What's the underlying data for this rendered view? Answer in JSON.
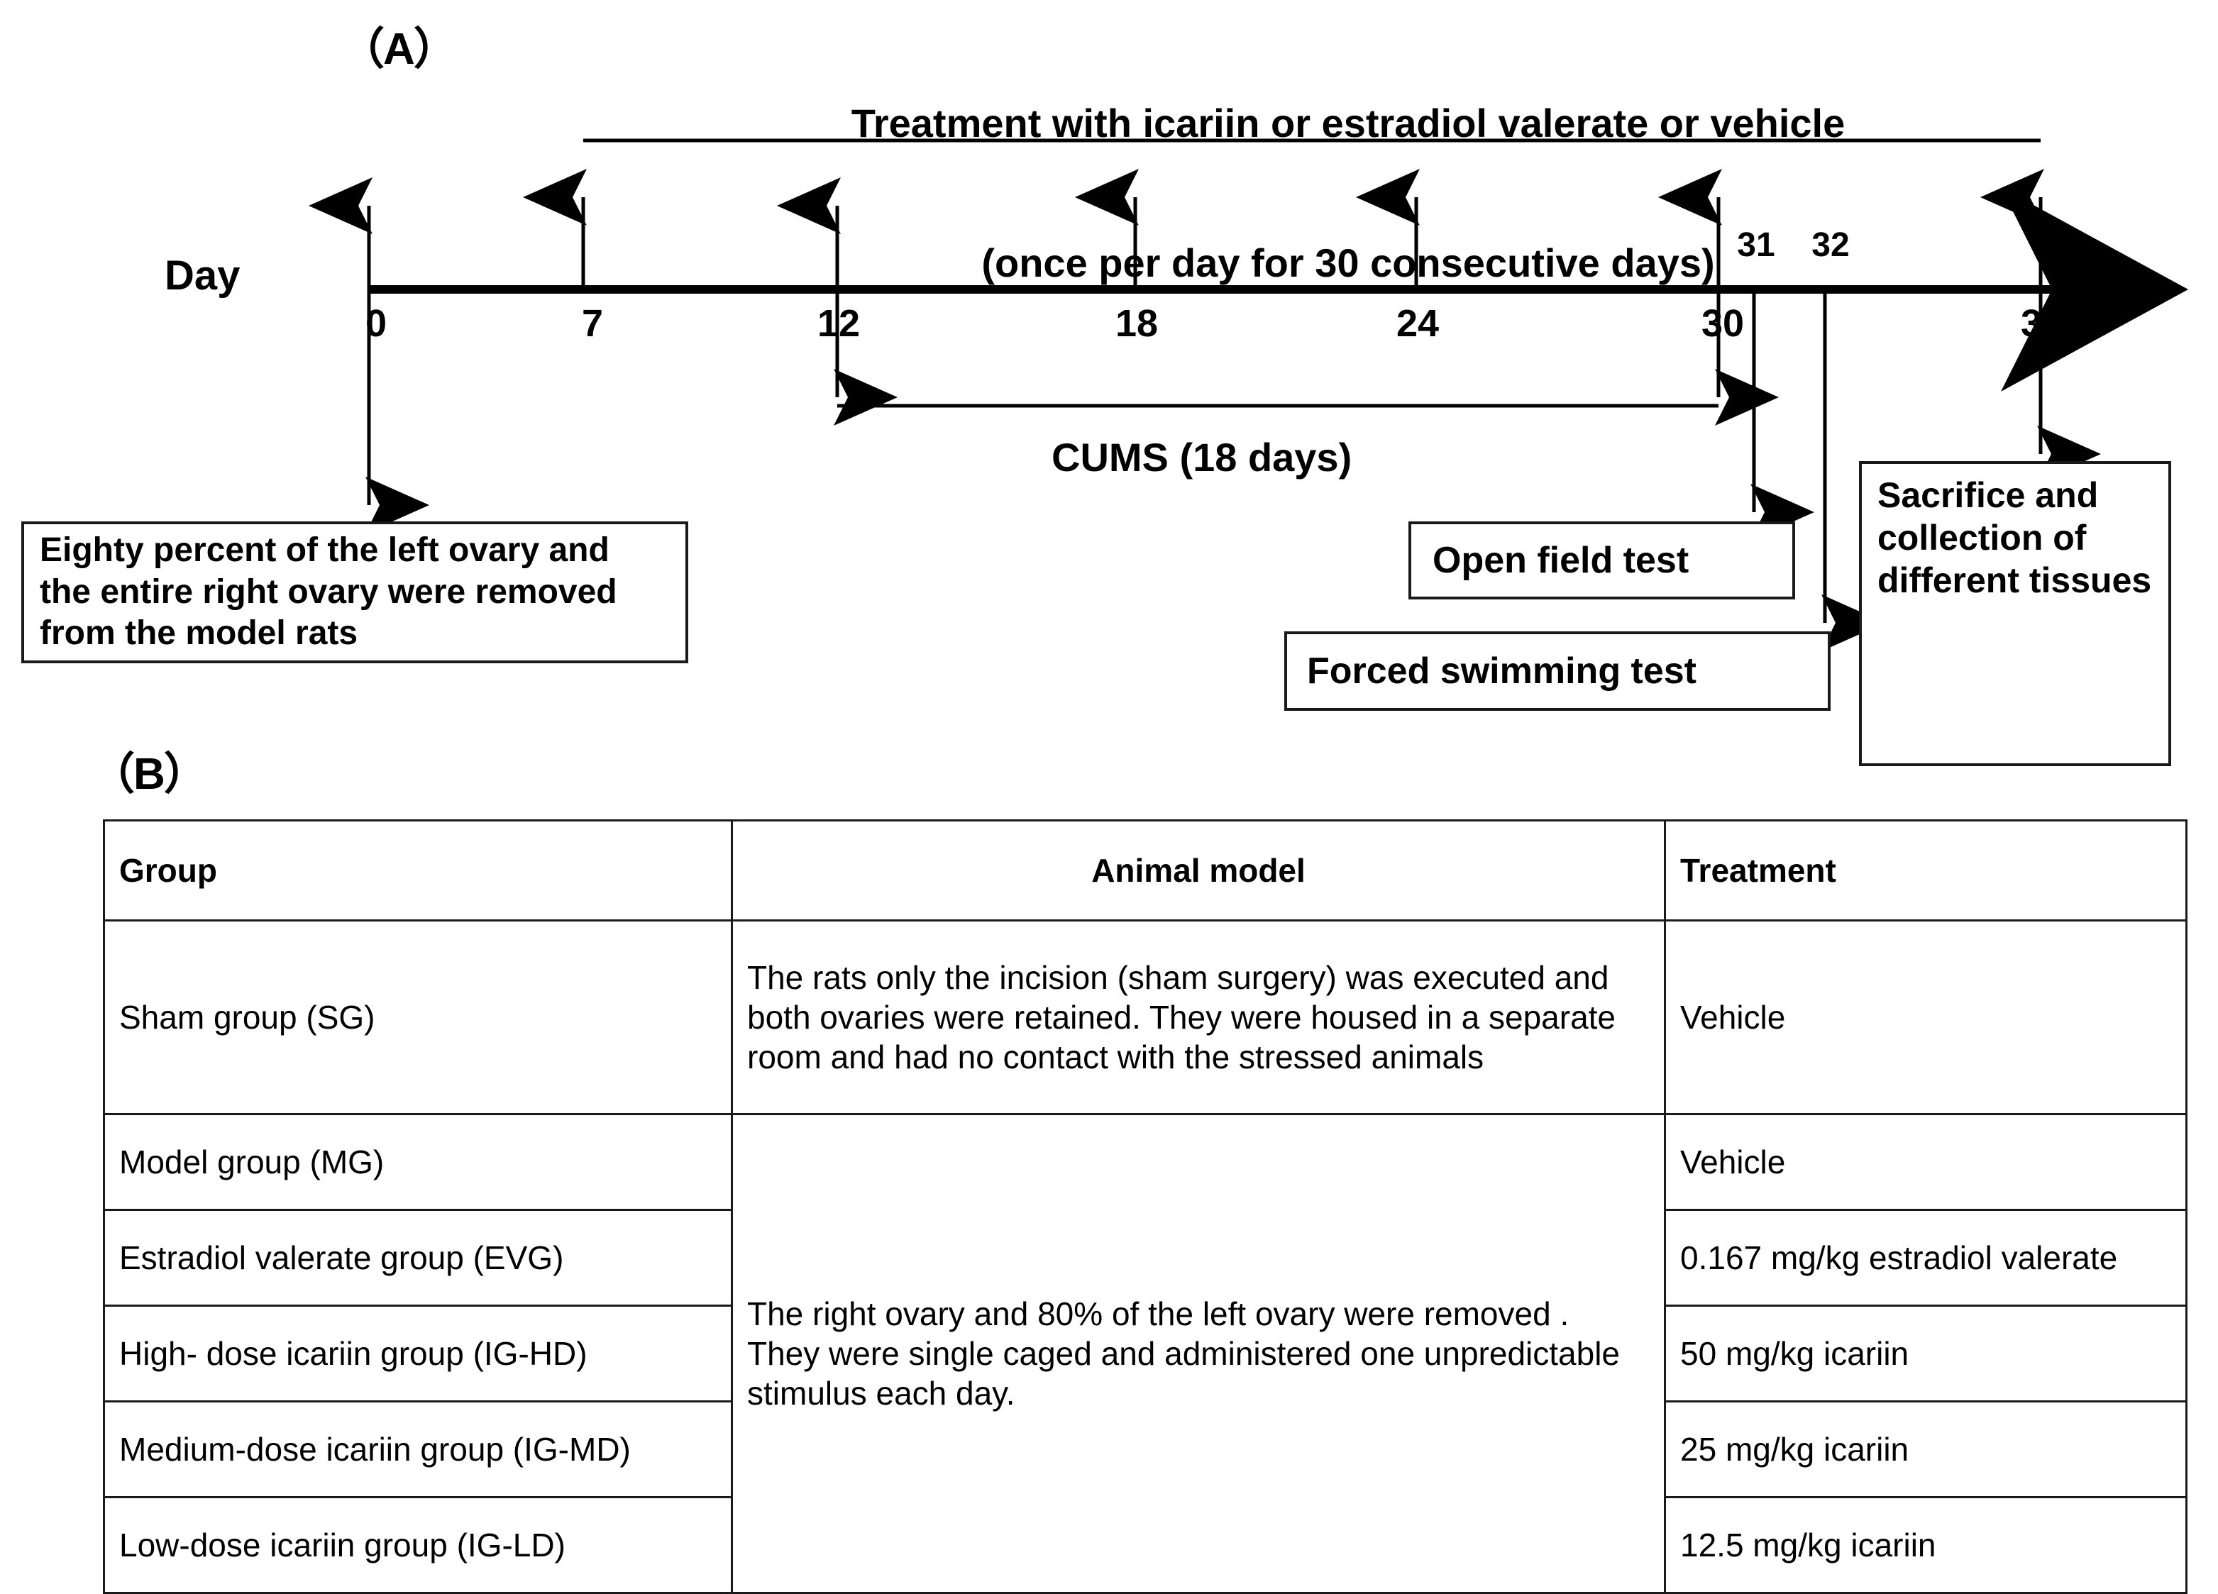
{
  "panel_a": {
    "letter": "（A）",
    "treatment_title_line1": "Treatment with icariin or estradiol valerate or vehicle",
    "treatment_title_line2": "(once per day for 30 consecutive days)",
    "axis_label": "Day",
    "day_ticks": [
      "0",
      "7",
      "12",
      "18",
      "24",
      "30",
      "37"
    ],
    "extra_ticks": [
      "31",
      "32"
    ],
    "cums_label": "CUMS (18 days)",
    "boxes": {
      "surgery": "Eighty percent of the left ovary and the entire right ovary were removed from the model rats",
      "open_field": "Open field test",
      "forced_swim": "Forced swimming test",
      "sacrifice": "Sacrifice and collection of different tissues"
    }
  },
  "panel_b": {
    "letter": "（B）",
    "columns": [
      "Group",
      "Animal model",
      "Treatment"
    ],
    "rows": [
      {
        "group": "Sham group (SG)",
        "animal_model": "The rats only the incision (sham surgery) was executed and both ovaries were retained. They were housed in a separate room and had no contact with the stressed animals",
        "treatment": "Vehicle"
      },
      {
        "group": "Model group (MG)",
        "animal_model": "The right ovary and 80% of the left ovary were removed . They were single caged and administered one unpredictable stimulus each day.",
        "treatment": "Vehicle"
      },
      {
        "group": "Estradiol valerate group (EVG)",
        "treatment": "0.167 mg/kg estradiol valerate"
      },
      {
        "group": "High- dose icariin group (IG-HD)",
        "treatment": "50 mg/kg icariin"
      },
      {
        "group": "Medium-dose icariin group (IG-MD)",
        "treatment": "25 mg/kg icariin"
      },
      {
        "group": " Low-dose icariin group (IG-LD)",
        "treatment": "12.5 mg/kg icariin"
      }
    ]
  },
  "colors": {
    "ink": "#000000",
    "border": "#1a1a1a",
    "background": "#ffffff"
  }
}
